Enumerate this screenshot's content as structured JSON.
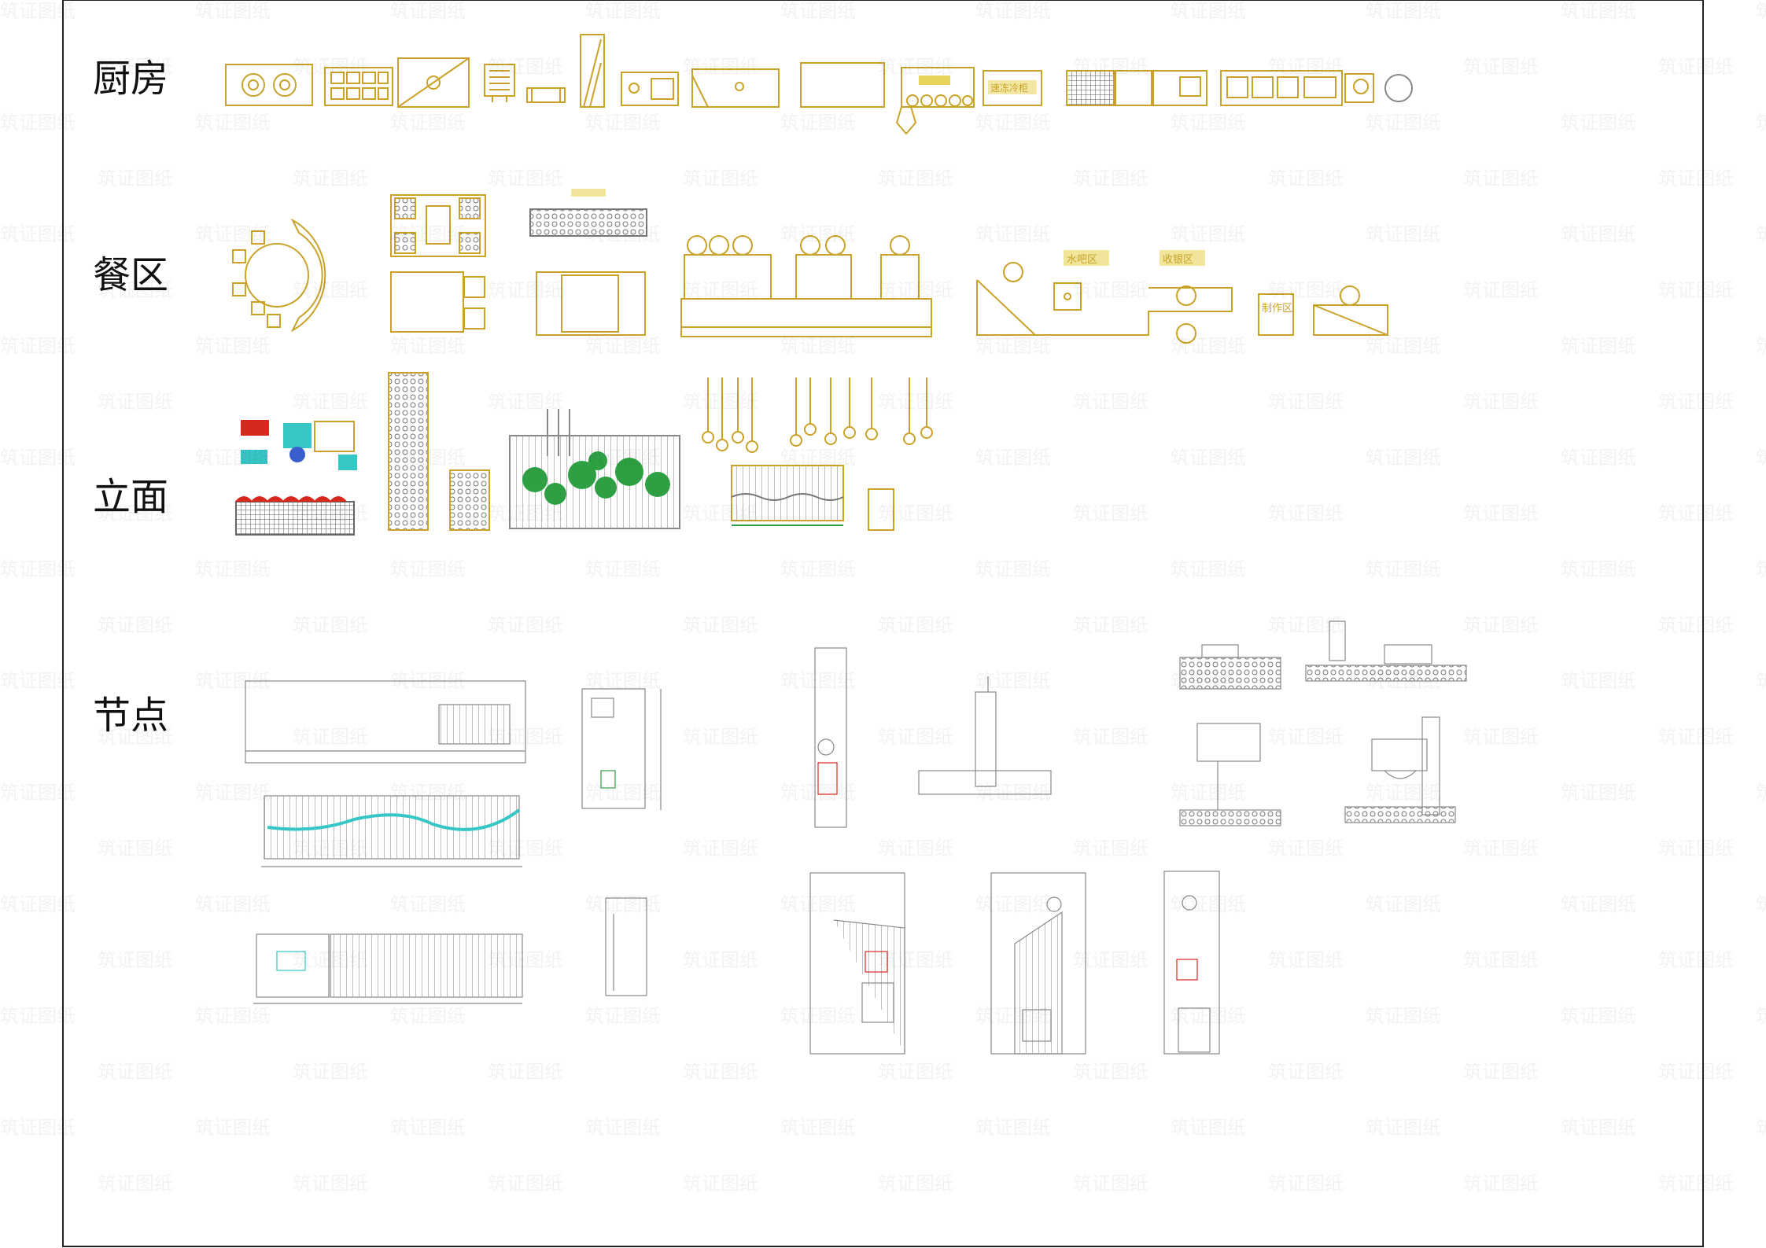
{
  "sections": [
    {
      "id": "kitchen",
      "label": "厨房"
    },
    {
      "id": "dining",
      "label": "餐区"
    },
    {
      "id": "elevation",
      "label": "立面"
    },
    {
      "id": "nodes",
      "label": "节点"
    }
  ],
  "colors": {
    "line": "#c9a227",
    "frame": "#222222",
    "cyan": "#36c6c6",
    "green": "#2ea043",
    "red": "#d7281e",
    "label_yellow": "#e8d35a"
  },
  "watermark": "筑证图纸",
  "block_labels": {
    "kitchen": [
      "速冻冷柜"
    ],
    "dining": [
      "水吧区",
      "收银区",
      "制作区"
    ]
  }
}
